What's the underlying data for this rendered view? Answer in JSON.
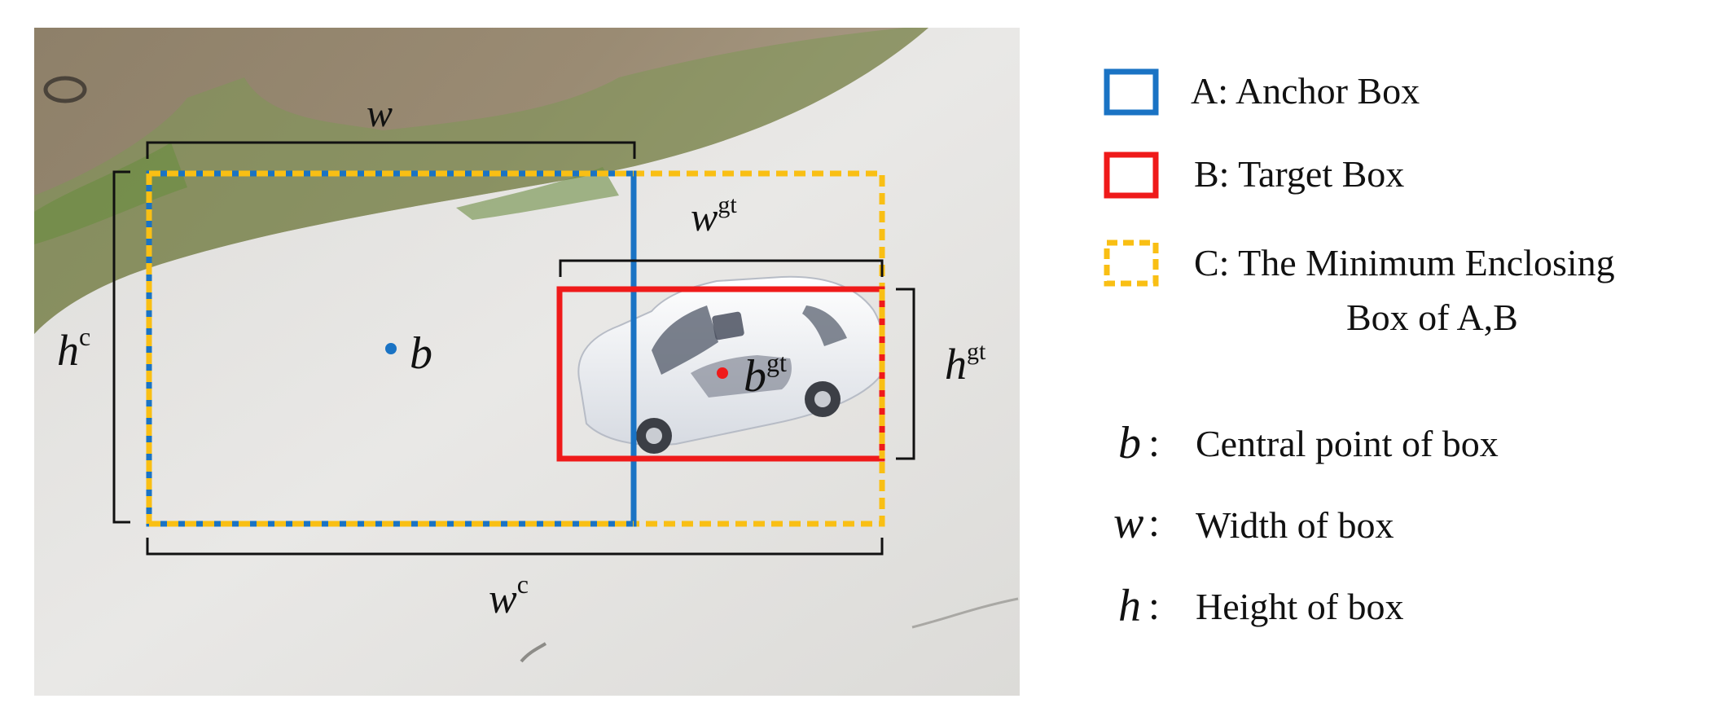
{
  "colors": {
    "anchor": "#1a73c4",
    "target": "#ef1a1a",
    "enclosing": "#f9bf14",
    "bracket": "#111111",
    "ground": "#e6e5e3",
    "grass": "#7d9856",
    "dirt": "#8c7c66",
    "car": "#f1f2f6"
  },
  "diagram": {
    "labels": {
      "w": "w",
      "w_gt_base": "w",
      "w_gt_sup": "gt",
      "h_c_base": "h",
      "h_c_sup": "c",
      "h_gt_base": "h",
      "h_gt_sup": "gt",
      "w_c_base": "w",
      "w_c_sup": "c",
      "b": "b",
      "b_gt_base": "b",
      "b_gt_sup": "gt"
    }
  },
  "legend": {
    "items": [
      {
        "key": "anchor",
        "text": "A: Anchor Box"
      },
      {
        "key": "target",
        "text": "B: Target Box"
      },
      {
        "key": "enclosing",
        "text_line1": "C: The Minimum Enclosing",
        "text_line2": "Box of A,B"
      }
    ],
    "symbols": [
      {
        "symbol": "b",
        "separator": ":",
        "text": "Central point of box"
      },
      {
        "symbol": "w",
        "separator": ":",
        "text": "Width of box"
      },
      {
        "symbol": "h",
        "separator": ":",
        "text": "Height of box"
      }
    ]
  }
}
